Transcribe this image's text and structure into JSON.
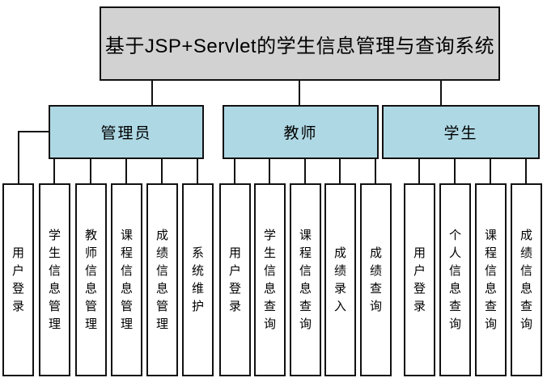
{
  "diagram": {
    "title": "基于JSP+Servlet的学生信息管理与查询系统",
    "groups": [
      {
        "label": "管理员",
        "children": [
          "用户登录",
          "学生信息管理",
          "教师信息管理",
          "课程信息管理",
          "成绩信息管理",
          "系统维护"
        ]
      },
      {
        "label": "教师",
        "children": [
          "用户登录",
          "学生信息查询",
          "课程信息查询",
          "成绩录入",
          "成绩查询"
        ]
      },
      {
        "label": "学生",
        "children": [
          "用户登录",
          "个人信息查询",
          "课程信息查询",
          "成绩信息查询"
        ]
      }
    ],
    "colors": {
      "title_fill": "#d2d2d2",
      "group_fill": "#aed8e4",
      "leaf_fill": "#ffffff",
      "border": "#111111",
      "line": "#111111"
    }
  }
}
